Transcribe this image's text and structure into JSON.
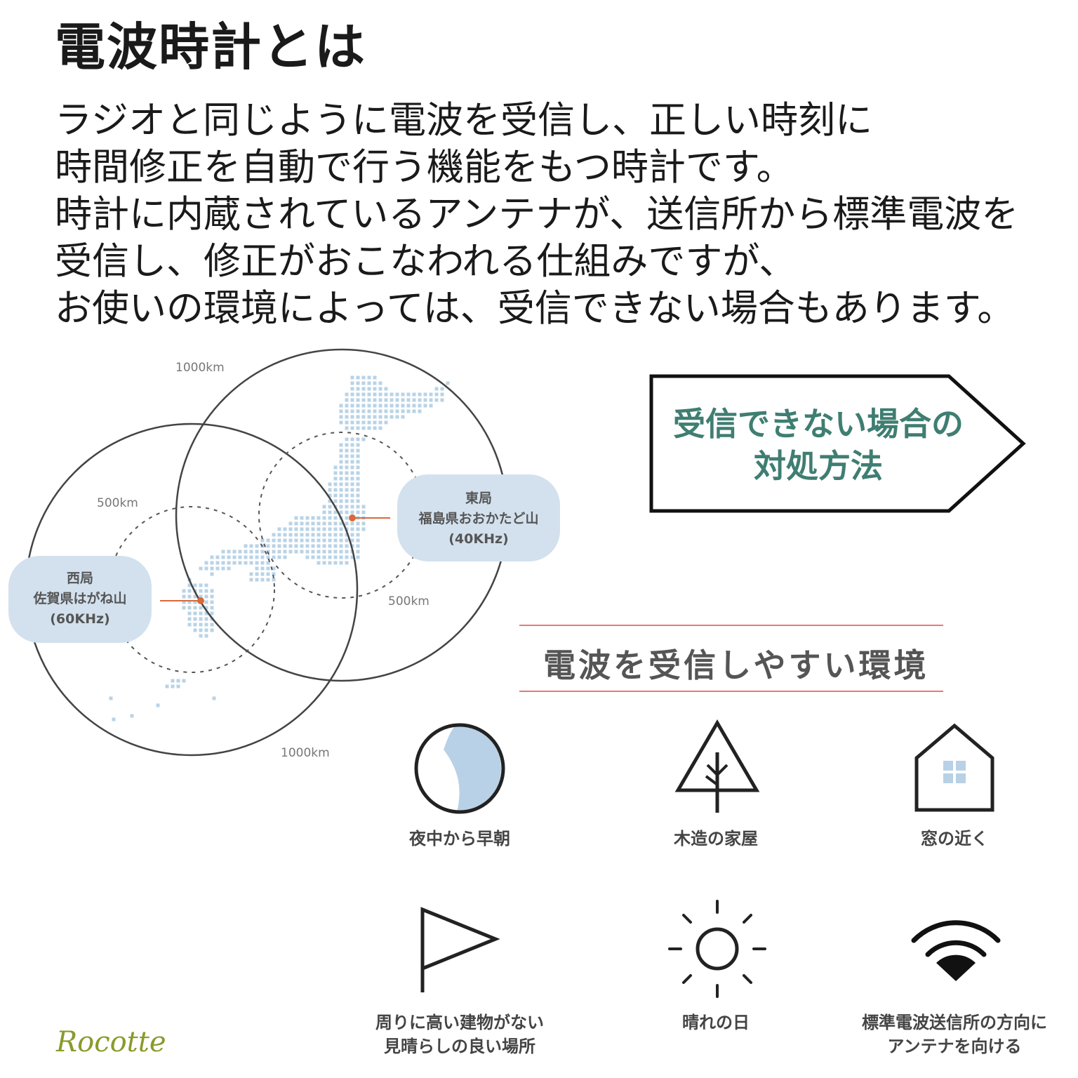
{
  "title": "電波時計とは",
  "intro_lines": [
    "ラジオと同じように電波を受信し、正しい時刻に",
    "時間修正を自動で行う機能をもつ時計です。",
    "時計に内蔵されているアンテナが、送信所から標準電波を",
    "受信し、修正がおこなわれる仕組みですが、",
    "お使いの環境によっては、受信できない場合もあります。"
  ],
  "map": {
    "label_1000_top": "1000km",
    "label_500_west": "500km",
    "label_500_east": "500km",
    "label_1000_bottom": "1000km",
    "east_station": {
      "line1": "東局",
      "line2": "福島県おおかたど山",
      "line3": "(40KHz)"
    },
    "west_station": {
      "line1": "西局",
      "line2": "佐賀県はがね山",
      "line3": "(60KHz)"
    },
    "colors": {
      "dots": "#b9d3e6",
      "bubble": "#d3e1ee",
      "marker": "#d9693a",
      "circle": "#444444"
    }
  },
  "callout": {
    "line1": "受信できない場合の",
    "line2": "対処方法",
    "color": "#3f7e72"
  },
  "env_heading": "電波を受信しやすい環境",
  "icons": [
    {
      "icon": "moon-icon",
      "label": "夜中から早朝"
    },
    {
      "icon": "tree-icon",
      "label": "木造の家屋"
    },
    {
      "icon": "house-icon",
      "label": "窓の近く"
    },
    {
      "icon": "flag-icon",
      "label_line1": "周りに高い建物がない",
      "label_line2": "見晴らしの良い場所"
    },
    {
      "icon": "sun-icon",
      "label": "晴れの日"
    },
    {
      "icon": "signal-icon",
      "label_line1": "標準電波送信所の方向に",
      "label_line2": "アンテナを向ける"
    }
  ],
  "brand": "Rocotte"
}
